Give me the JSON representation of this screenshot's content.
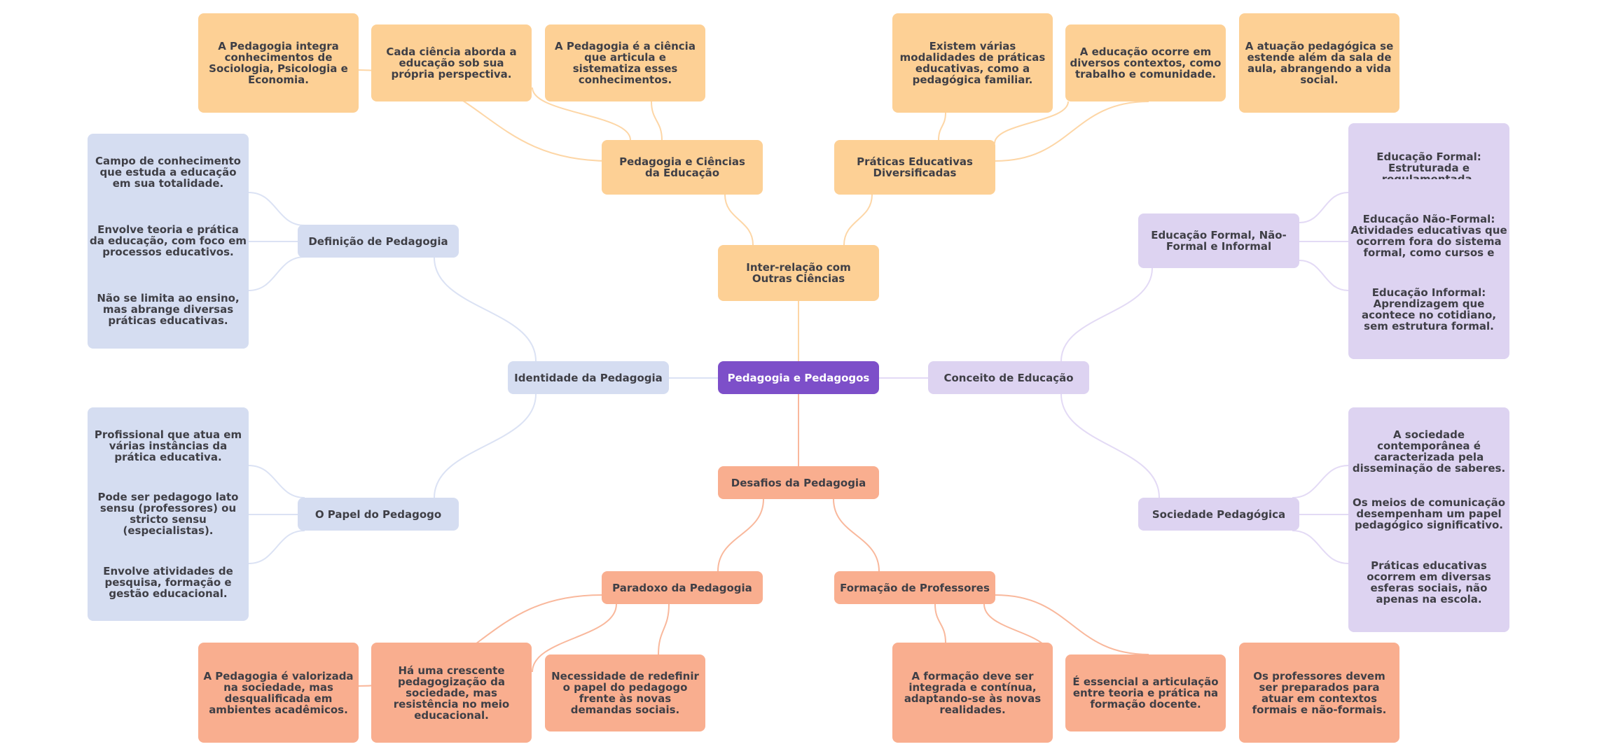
{
  "title": "Pedagogia e Pedagogos",
  "colors": {
    "root": "#7d4fc9",
    "orange_branch": "#fdd095",
    "salmon_branch": "#f9ae8f",
    "blue_branch": "#d5ddf1",
    "lavender_branch": "#ddd3f1",
    "orange_link": "#fdd6a6",
    "salmon_link": "#f9b89c",
    "blue_link": "#dbe2f4",
    "lavender_link": "#e3daf5",
    "text": "#3f3f46"
  },
  "root": {
    "label": "Pedagogia e Pedagogos"
  },
  "branches": {
    "interrelacao": {
      "label": "Inter-relação com Outras Ciências",
      "children": {
        "ciencias": {
          "label": "Pedagogia e Ciências da Educação",
          "leaves": [
            "A Pedagogia integra conhecimentos de Sociologia, Psicologia e Economia.",
            "Cada ciência aborda a educação sob sua própria perspectiva.",
            "A Pedagogia é a ciência que articula e sistematiza esses conhecimentos."
          ]
        },
        "praticas": {
          "label": "Práticas Educativas Diversificadas",
          "leaves": [
            "Existem várias modalidades de práticas educativas, como a pedagógica familiar.",
            "A educação ocorre em diversos contextos, como trabalho e comunidade.",
            "A atuação pedagógica se estende além da sala de aula, abrangendo a vida social."
          ]
        }
      }
    },
    "desafios": {
      "label": "Desafios da Pedagogia",
      "children": {
        "paradoxo": {
          "label": "Paradoxo da Pedagogia",
          "leaves": [
            "A Pedagogia é valorizada na sociedade, mas desqualificada em ambientes acadêmicos.",
            "Há uma crescente pedagogização da sociedade, mas resistência no meio educacional.",
            "Necessidade de redefinir o papel do pedagogo frente às novas demandas sociais."
          ]
        },
        "formacao": {
          "label": "Formação de Professores",
          "leaves": [
            "A formação deve ser integrada e contínua, adaptando-se às novas realidades.",
            "É essencial a articulação entre teoria e prática na formação docente.",
            "Os professores devem ser preparados para atuar em contextos formais e não-formais."
          ]
        }
      }
    },
    "identidade": {
      "label": "Identidade da Pedagogia",
      "children": {
        "definicao": {
          "label": "Definição de Pedagogia",
          "leaves": [
            "Campo de conhecimento que estuda a educação em sua totalidade.",
            "Envolve teoria e prática da educação, com foco em processos educativos.",
            "Não se limita ao ensino, mas abrange diversas práticas educativas."
          ]
        },
        "papel": {
          "label": "O Papel do Pedagogo",
          "leaves": [
            "Profissional que atua em várias instâncias da prática educativa.",
            "Pode ser pedagogo lato sensu (professores) ou stricto sensu (especialistas).",
            "Envolve atividades de pesquisa, formação e gestão educacional."
          ]
        }
      }
    },
    "conceito": {
      "label": "Conceito de Educação",
      "children": {
        "formal": {
          "label": "Educação Formal, Não-Formal e Informal",
          "leaves": [
            "Educação Formal: Estruturada e regulamentada, geralmente",
            "Educação Não-Formal: Atividades educativas que ocorrem fora do sistema formal, como cursos e",
            "Educação Informal: Aprendizagem que acontece no cotidiano, sem estrutura formal."
          ]
        },
        "sociedade": {
          "label": "Sociedade Pedagógica",
          "leaves": [
            "A sociedade contemporânea é caracterizada pela disseminação de saberes.",
            "Os meios de comunicação desempenham um papel pedagógico significativo.",
            "Práticas educativas ocorrem em diversas esferas sociais, não apenas na escola."
          ]
        }
      }
    }
  }
}
